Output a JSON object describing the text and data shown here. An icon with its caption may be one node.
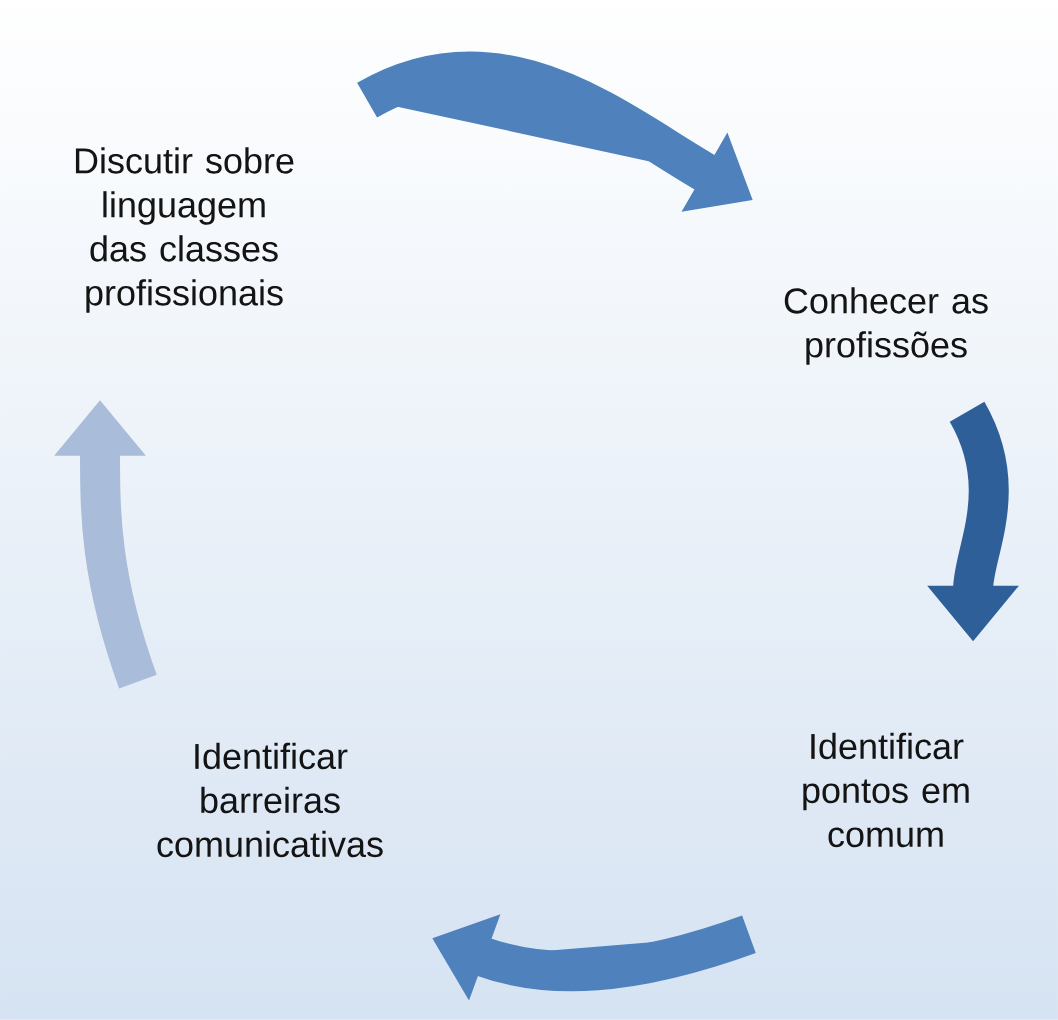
{
  "diagram": {
    "nodes": [
      {
        "text": [
          "Discutir sobre linguagem das classes profissionais"
        ]
      },
      {
        "text": [
          "Conhecer as profissões"
        ]
      },
      {
        "text": [
          "Identificar pontos em comum"
        ]
      },
      {
        "text": [
          "Identificar barreiras comunicativas"
        ]
      }
    ],
    "edges": [
      {
        "from": 0,
        "to": 1,
        "arrow": "to"
      },
      {
        "from": 1,
        "to": 2,
        "arrow": "to",
        "color": "#2f5f98"
      },
      {
        "from": 2,
        "to": 3,
        "arrow": "to"
      },
      {
        "from": 3,
        "to": 0,
        "arrow": "to",
        "color": "#a9bcd9"
      }
    ]
  }
}
